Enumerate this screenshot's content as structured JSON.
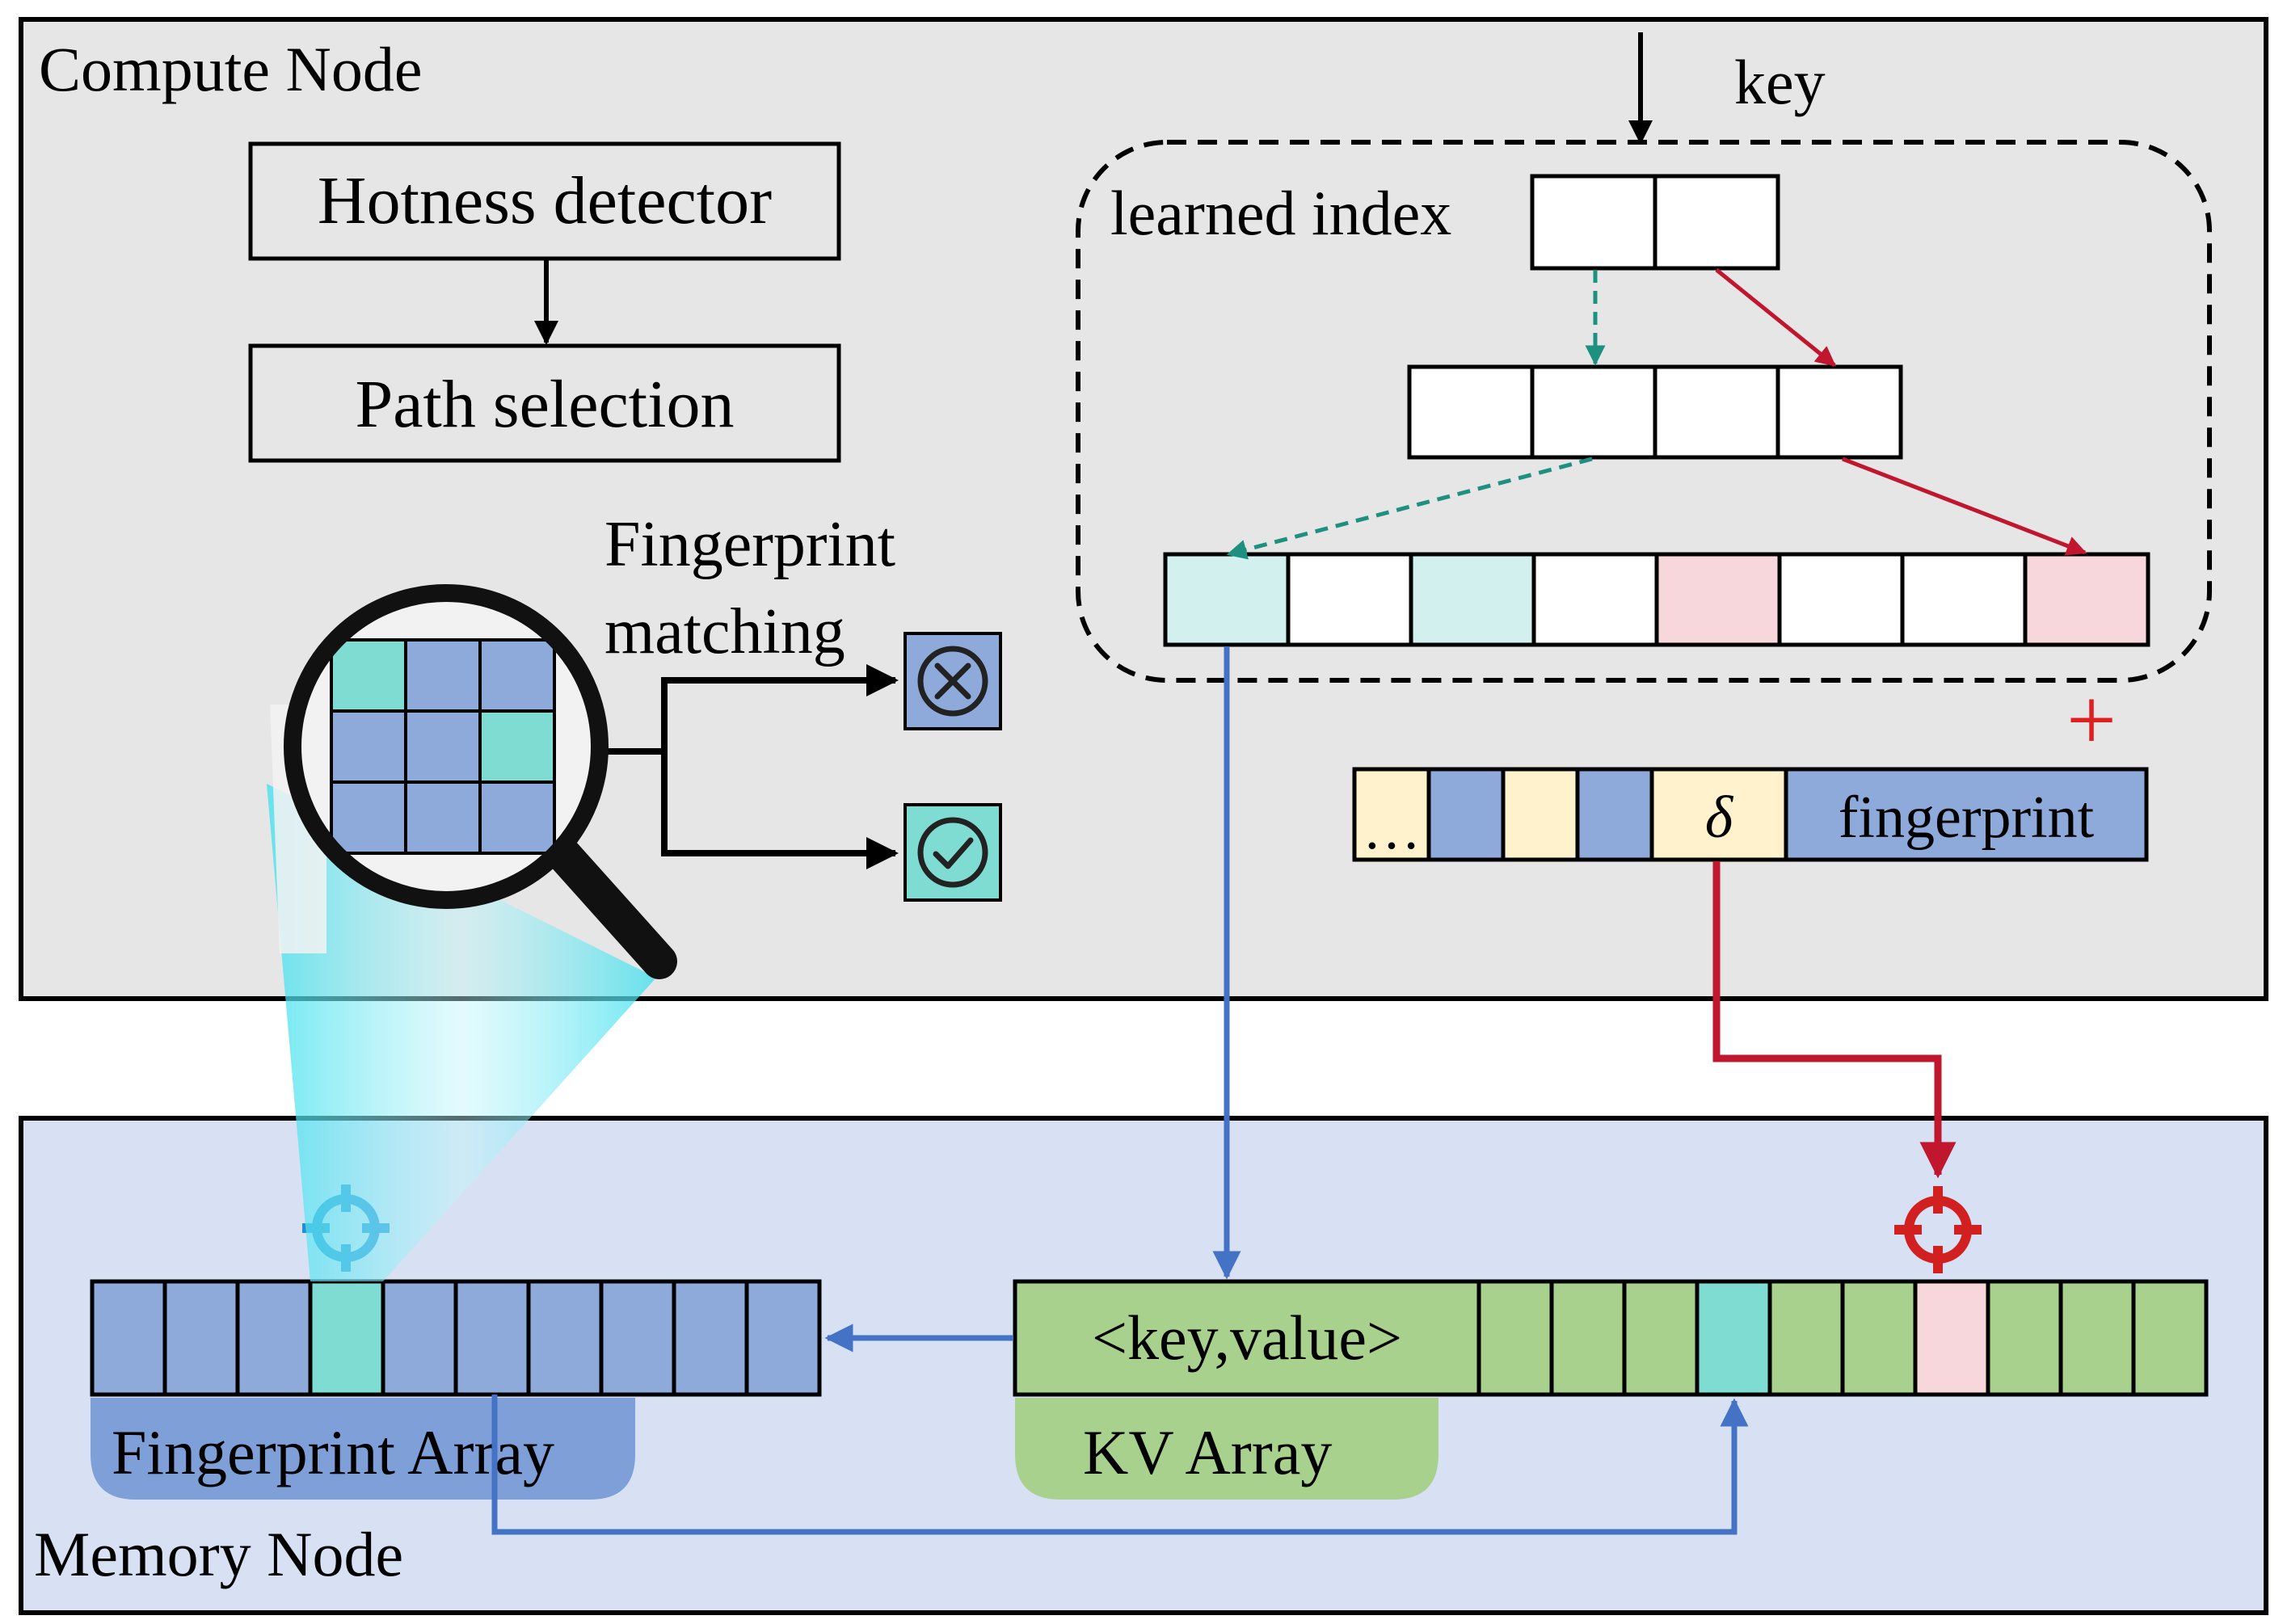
{
  "compute_node": {
    "title": "Compute Node",
    "hotness_detector": "Hotness detector",
    "path_selection": "Path selection",
    "fingerprint_matching_line1": "Fingerprint",
    "fingerprint_matching_line2": "matching",
    "key_label": "key",
    "learned_index_label": "learned index",
    "plus_sign": "+",
    "entry": {
      "ellipsis": "…",
      "delta": "δ",
      "fingerprint": "fingerprint"
    }
  },
  "memory_node": {
    "title": "Memory Node",
    "fingerprint_array_label": "Fingerprint Array",
    "kv_array_label": "KV Array",
    "kv_first_cell": "<key,value>"
  },
  "icons": {
    "magnifier": "magnifying-glass-icon",
    "mismatch": "x-circle-icon",
    "match": "check-circle-icon",
    "blue_target": "crosshair-icon",
    "red_target": "crosshair-icon"
  },
  "colors": {
    "compute_bg": "#e6e6e6",
    "memory_bg": "#d8e1f4",
    "fingerprint_blue": "#8eaadb",
    "teal": "#7fdcd2",
    "kv_green": "#a9d18e",
    "light_teal": "#d2f0ee",
    "pink": "#f8d7dc",
    "cream": "#fff2cc",
    "arrow_blue": "#4472c4",
    "arrow_red": "#c0172f",
    "dash_teal": "#1e9080",
    "target_blue": "#1f8fd6",
    "target_red": "#d22020",
    "fp_label_bg": "#7f9fd8",
    "kv_label_bg": "#a9d18e"
  }
}
